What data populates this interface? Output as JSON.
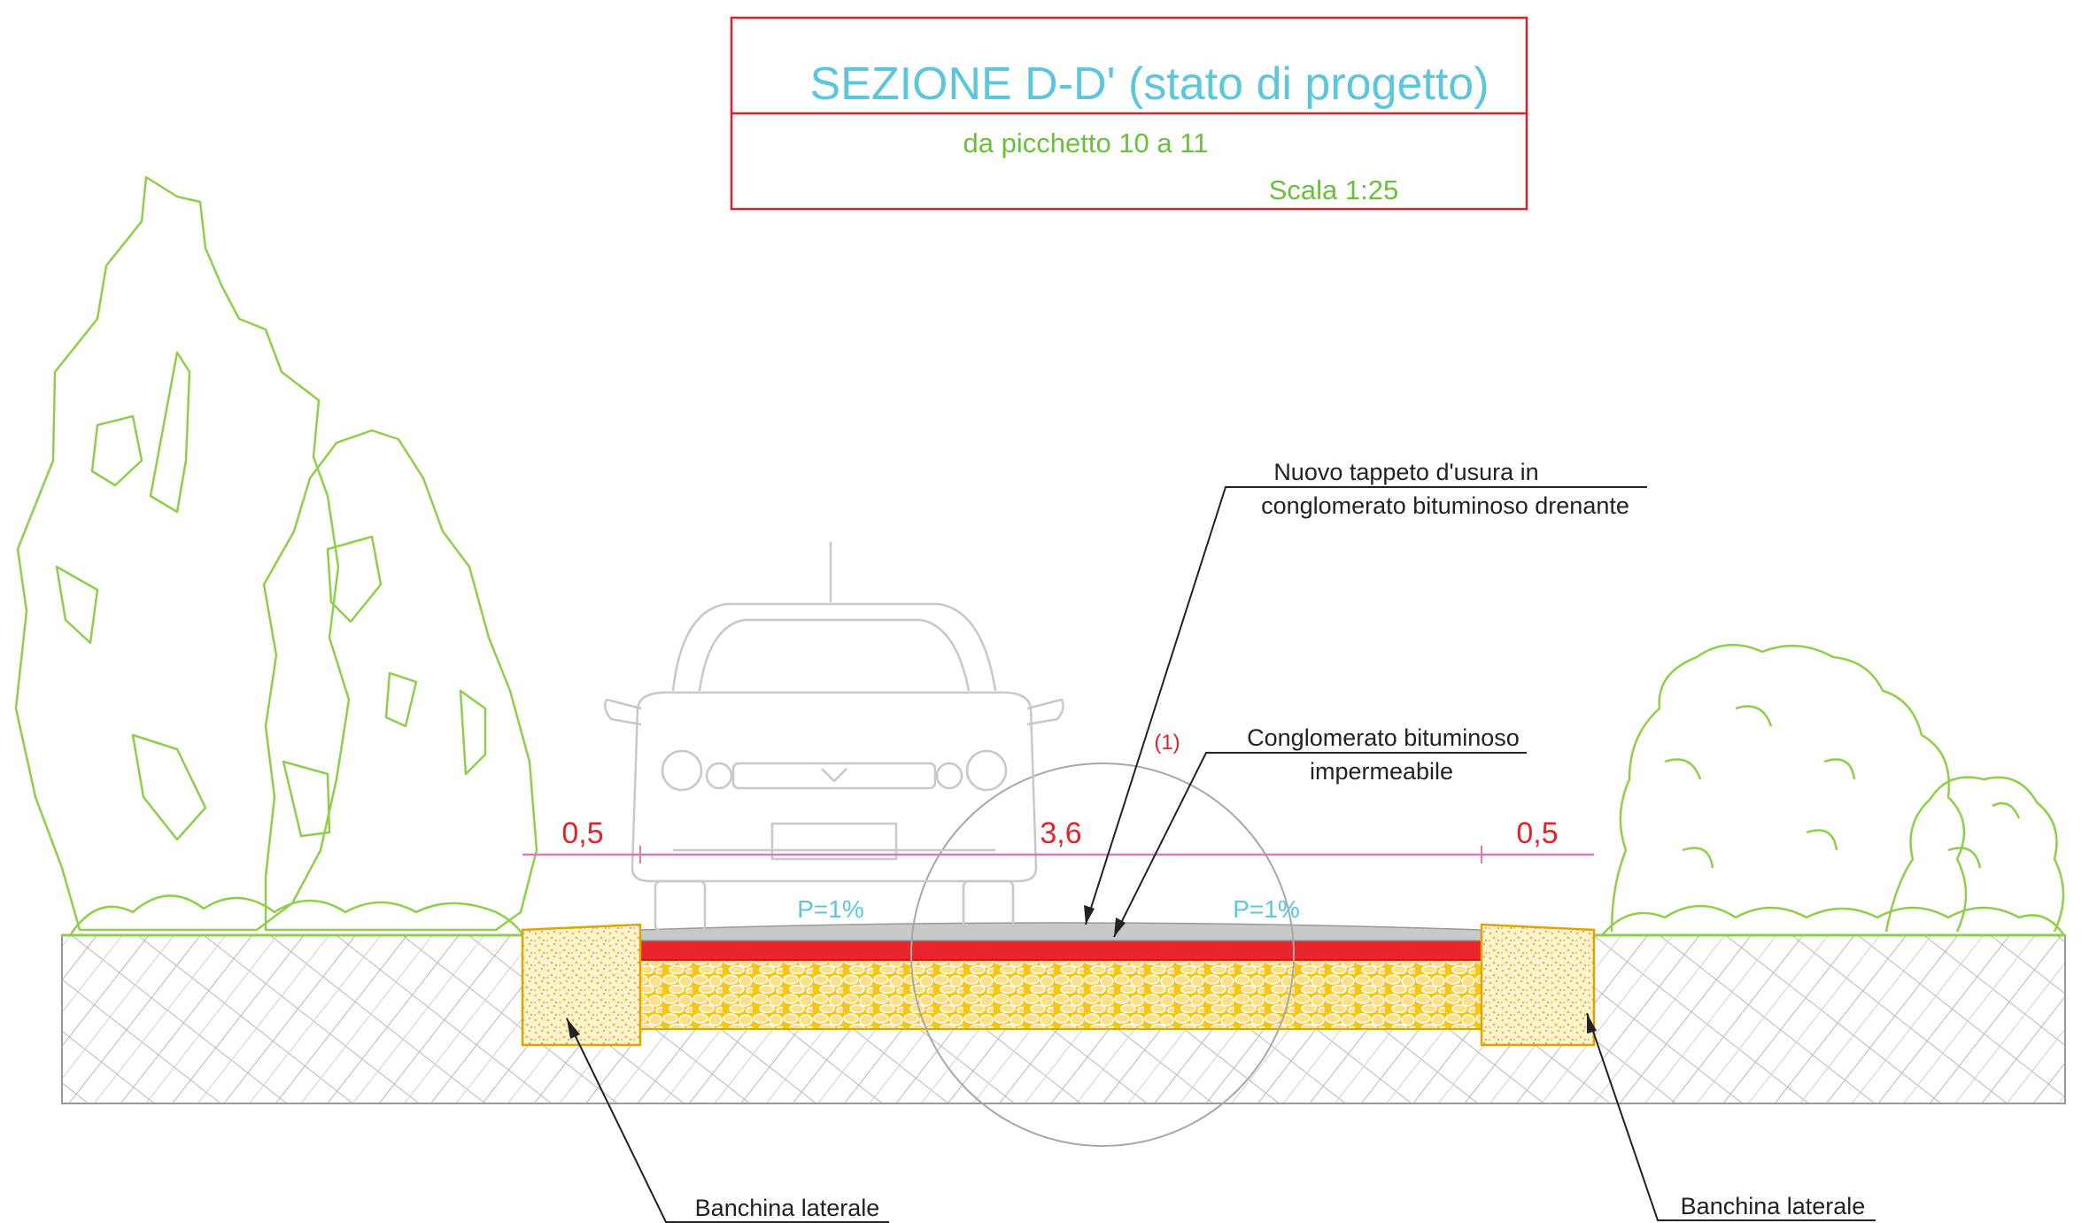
{
  "title_block": {
    "title": "SEZIONE D-D' (stato di progetto)",
    "subtitle": "da picchetto 10 a 11",
    "scale": "Scala 1:25"
  },
  "dimensions": {
    "left_shoulder": "0,5",
    "carriageway": "3,6",
    "right_shoulder": "0,5"
  },
  "slopes": {
    "left": "P=1%",
    "right": "P=1%"
  },
  "detail_marker": "(1)",
  "callouts": {
    "surface_course_line1": "Nuovo tappeto d'usura in",
    "surface_course_line2": "conglomerato bituminoso drenante",
    "binder_line1": "Conglomerato bituminoso",
    "binder_line2": "impermeabile",
    "left_shoulder": "Banchina laterale",
    "right_shoulder": "Banchina laterale"
  },
  "colors": {
    "title_frame": "#d8232a",
    "title_text": "#5bc6dc",
    "sub_text": "#6cbf3c",
    "dimension_text": "#e1242a",
    "dimension_line": "#d77ab6",
    "slope_text": "#5bc6dc",
    "vegetation": "#8fce4b",
    "asphalt_red": "#e8262b",
    "subbase_yellow": "#f5c518",
    "shoulder_fill": "#fdf0c0",
    "ground_hatch": "#b5b5b5",
    "car_line": "#c8c8c8"
  },
  "icons": [
    "car-front-icon",
    "tree-icon",
    "shrub-icon"
  ]
}
